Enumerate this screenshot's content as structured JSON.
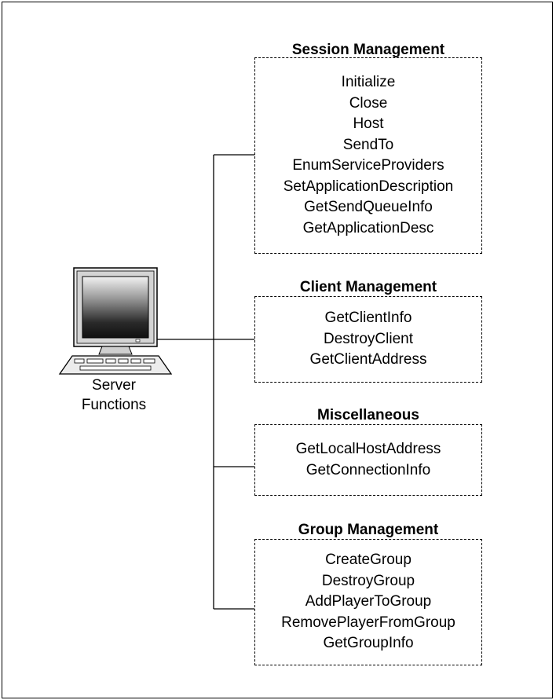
{
  "server": {
    "caption_line1": "Server",
    "caption_line2": "Functions",
    "icon": "computer-icon"
  },
  "groups": [
    {
      "title": "Session Management",
      "items": [
        "Initialize",
        "Close",
        "Host",
        "SendTo",
        "EnumServiceProviders",
        "SetApplicationDescription",
        "GetSendQueueInfo",
        "GetApplicationDesc"
      ]
    },
    {
      "title": "Client Management",
      "items": [
        "GetClientInfo",
        "DestroyClient",
        "GetClientAddress"
      ]
    },
    {
      "title": "Miscellaneous",
      "items": [
        "GetLocalHostAddress",
        "GetConnectionInfo"
      ]
    },
    {
      "title": "Group Management",
      "items": [
        "CreateGroup",
        "DestroyGroup",
        "AddPlayerToGroup",
        "RemovePlayerFromGroup",
        "GetGroupInfo"
      ]
    }
  ]
}
